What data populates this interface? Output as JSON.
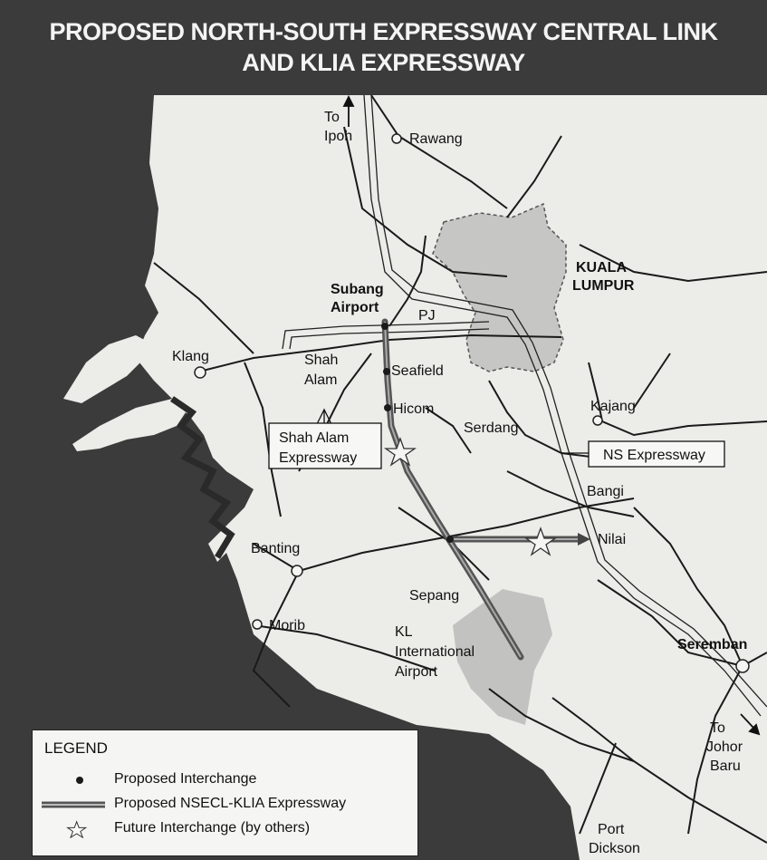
{
  "title": {
    "line1": "PROPOSED NORTH-SOUTH EXPRESSWAY CENTRAL LINK",
    "line2": "AND KLIA EXPRESSWAY"
  },
  "places": {
    "to_ipoh_1": "To",
    "to_ipoh_2": "Ipoh",
    "rawang": "Rawang",
    "subang_1": "Subang",
    "subang_2": "Airport",
    "kl_1": "KUALA",
    "kl_2": "LUMPUR",
    "pj": "PJ",
    "klang": "Klang",
    "shah_alam_1": "Shah",
    "shah_alam_2": "Alam",
    "seafield": "Seafield",
    "hicom": "Hicom",
    "kajang": "Kajang",
    "serdang": "Serdang",
    "bangi": "Bangi",
    "nilai": "Nilai",
    "banting": "Banting",
    "sepang": "Sepang",
    "morib": "Morib",
    "klia_1": "KL",
    "klia_2": "International",
    "klia_3": "Airport",
    "seremban": "Seremban",
    "to_jb_1": "To",
    "to_jb_2": "Johor",
    "to_jb_3": "Baru",
    "pd_1": "Port",
    "pd_2": "Dickson"
  },
  "callouts": {
    "shah_alam_expwy_1": "Shah Alam",
    "shah_alam_expwy_2": "Expressway",
    "ns_expwy": "NS Expressway"
  },
  "legend": {
    "heading": "LEGEND",
    "items": [
      {
        "symbol": "dot-icon",
        "label": "Proposed Interchange"
      },
      {
        "symbol": "double-line-icon",
        "label": "Proposed NSECL-KLIA Expressway"
      },
      {
        "symbol": "star-icon",
        "label": "Future Interchange (by others)"
      }
    ]
  },
  "colors": {
    "background": "#3b3b3b",
    "land": "#ecece8",
    "urban": "#c4c4c2",
    "expressway": "#777777",
    "sea": "#2e2e2e"
  }
}
